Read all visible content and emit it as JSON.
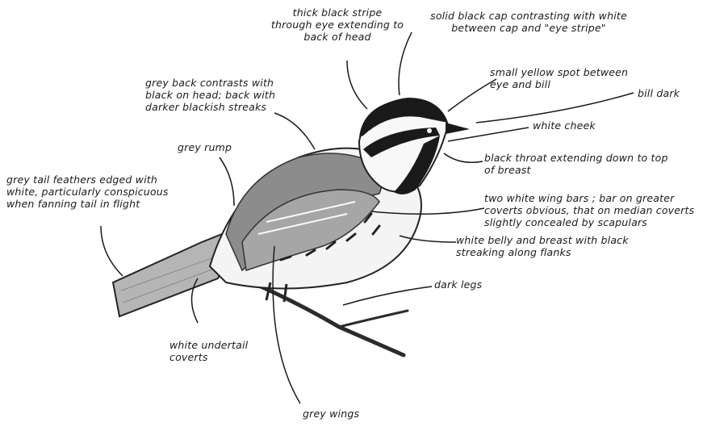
{
  "colors": {
    "ink": "#1a1a1a",
    "grey_plumage": "#8c8c8c",
    "dark_plumage": "#2b2b2b",
    "paper": "#ffffff"
  },
  "labels": {
    "thick_black_stripe": "thick black stripe\nthrough eye extending to\nback of head",
    "solid_black_cap": "solid black cap contrasting with white\nbetween cap and \"eye stripe\"",
    "yellow_spot": "small yellow spot between\neye and bill",
    "bill_dark": "bill dark",
    "white_cheek": "white cheek",
    "grey_back": "grey back contrasts with\nblack on head; back with\ndarker blackish streaks",
    "grey_rump": "grey rump",
    "black_throat": "black throat extending down to top\nof breast",
    "grey_tail": "grey tail feathers edged with\nwhite, particularly conspicuous\nwhen fanning tail in flight",
    "wing_bars": "two white wing bars ; bar on greater\ncoverts obvious, that on median coverts\nslightly concealed by scapulars",
    "white_belly": "white belly and breast with black\nstreaking along flanks",
    "dark_legs": "dark legs",
    "white_undertail": "white undertail\ncoverts",
    "grey_wings": "grey wings"
  }
}
